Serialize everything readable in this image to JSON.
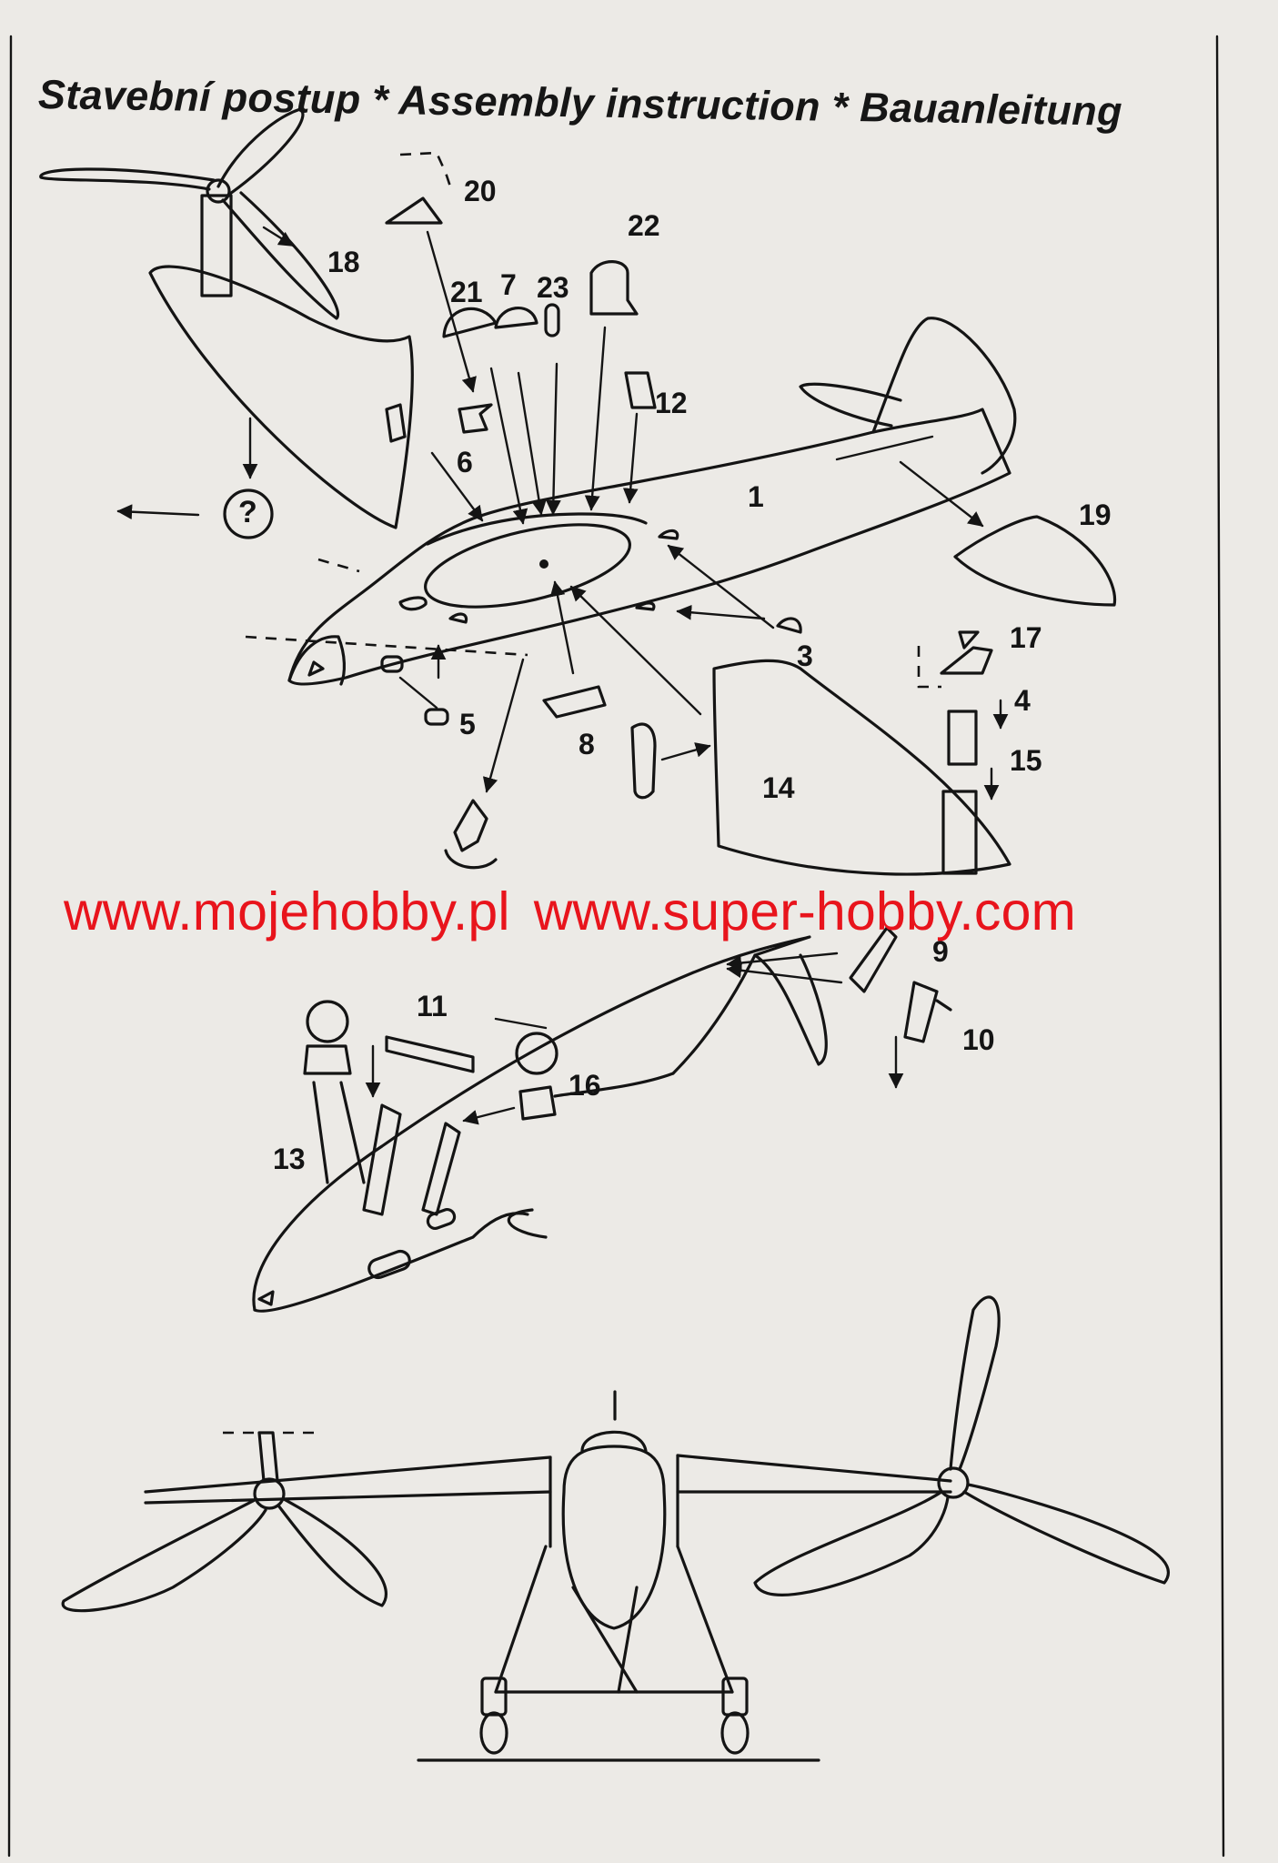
{
  "title": "Stavební postup * Assembly instruction * Bauanleitung",
  "watermark": {
    "site1": "www.mojehobby.pl",
    "site2": "www.super-hobby.com"
  },
  "colors": {
    "watermark": "#e8141c",
    "ink": "#141414",
    "paper": "#eceae6"
  },
  "unknown_part_mark": "?",
  "part_numbers": {
    "p1": "1",
    "p3": "3",
    "p4": "4",
    "p5": "5",
    "p6": "6",
    "p7": "7",
    "p8": "8",
    "p9": "9",
    "p10": "10",
    "p11": "11",
    "p12": "12",
    "p13": "13",
    "p14": "14",
    "p15": "15",
    "p16": "16",
    "p17": "17",
    "p18": "18",
    "p19": "19",
    "p20": "20",
    "p21": "21",
    "p22": "22",
    "p23": "23"
  }
}
